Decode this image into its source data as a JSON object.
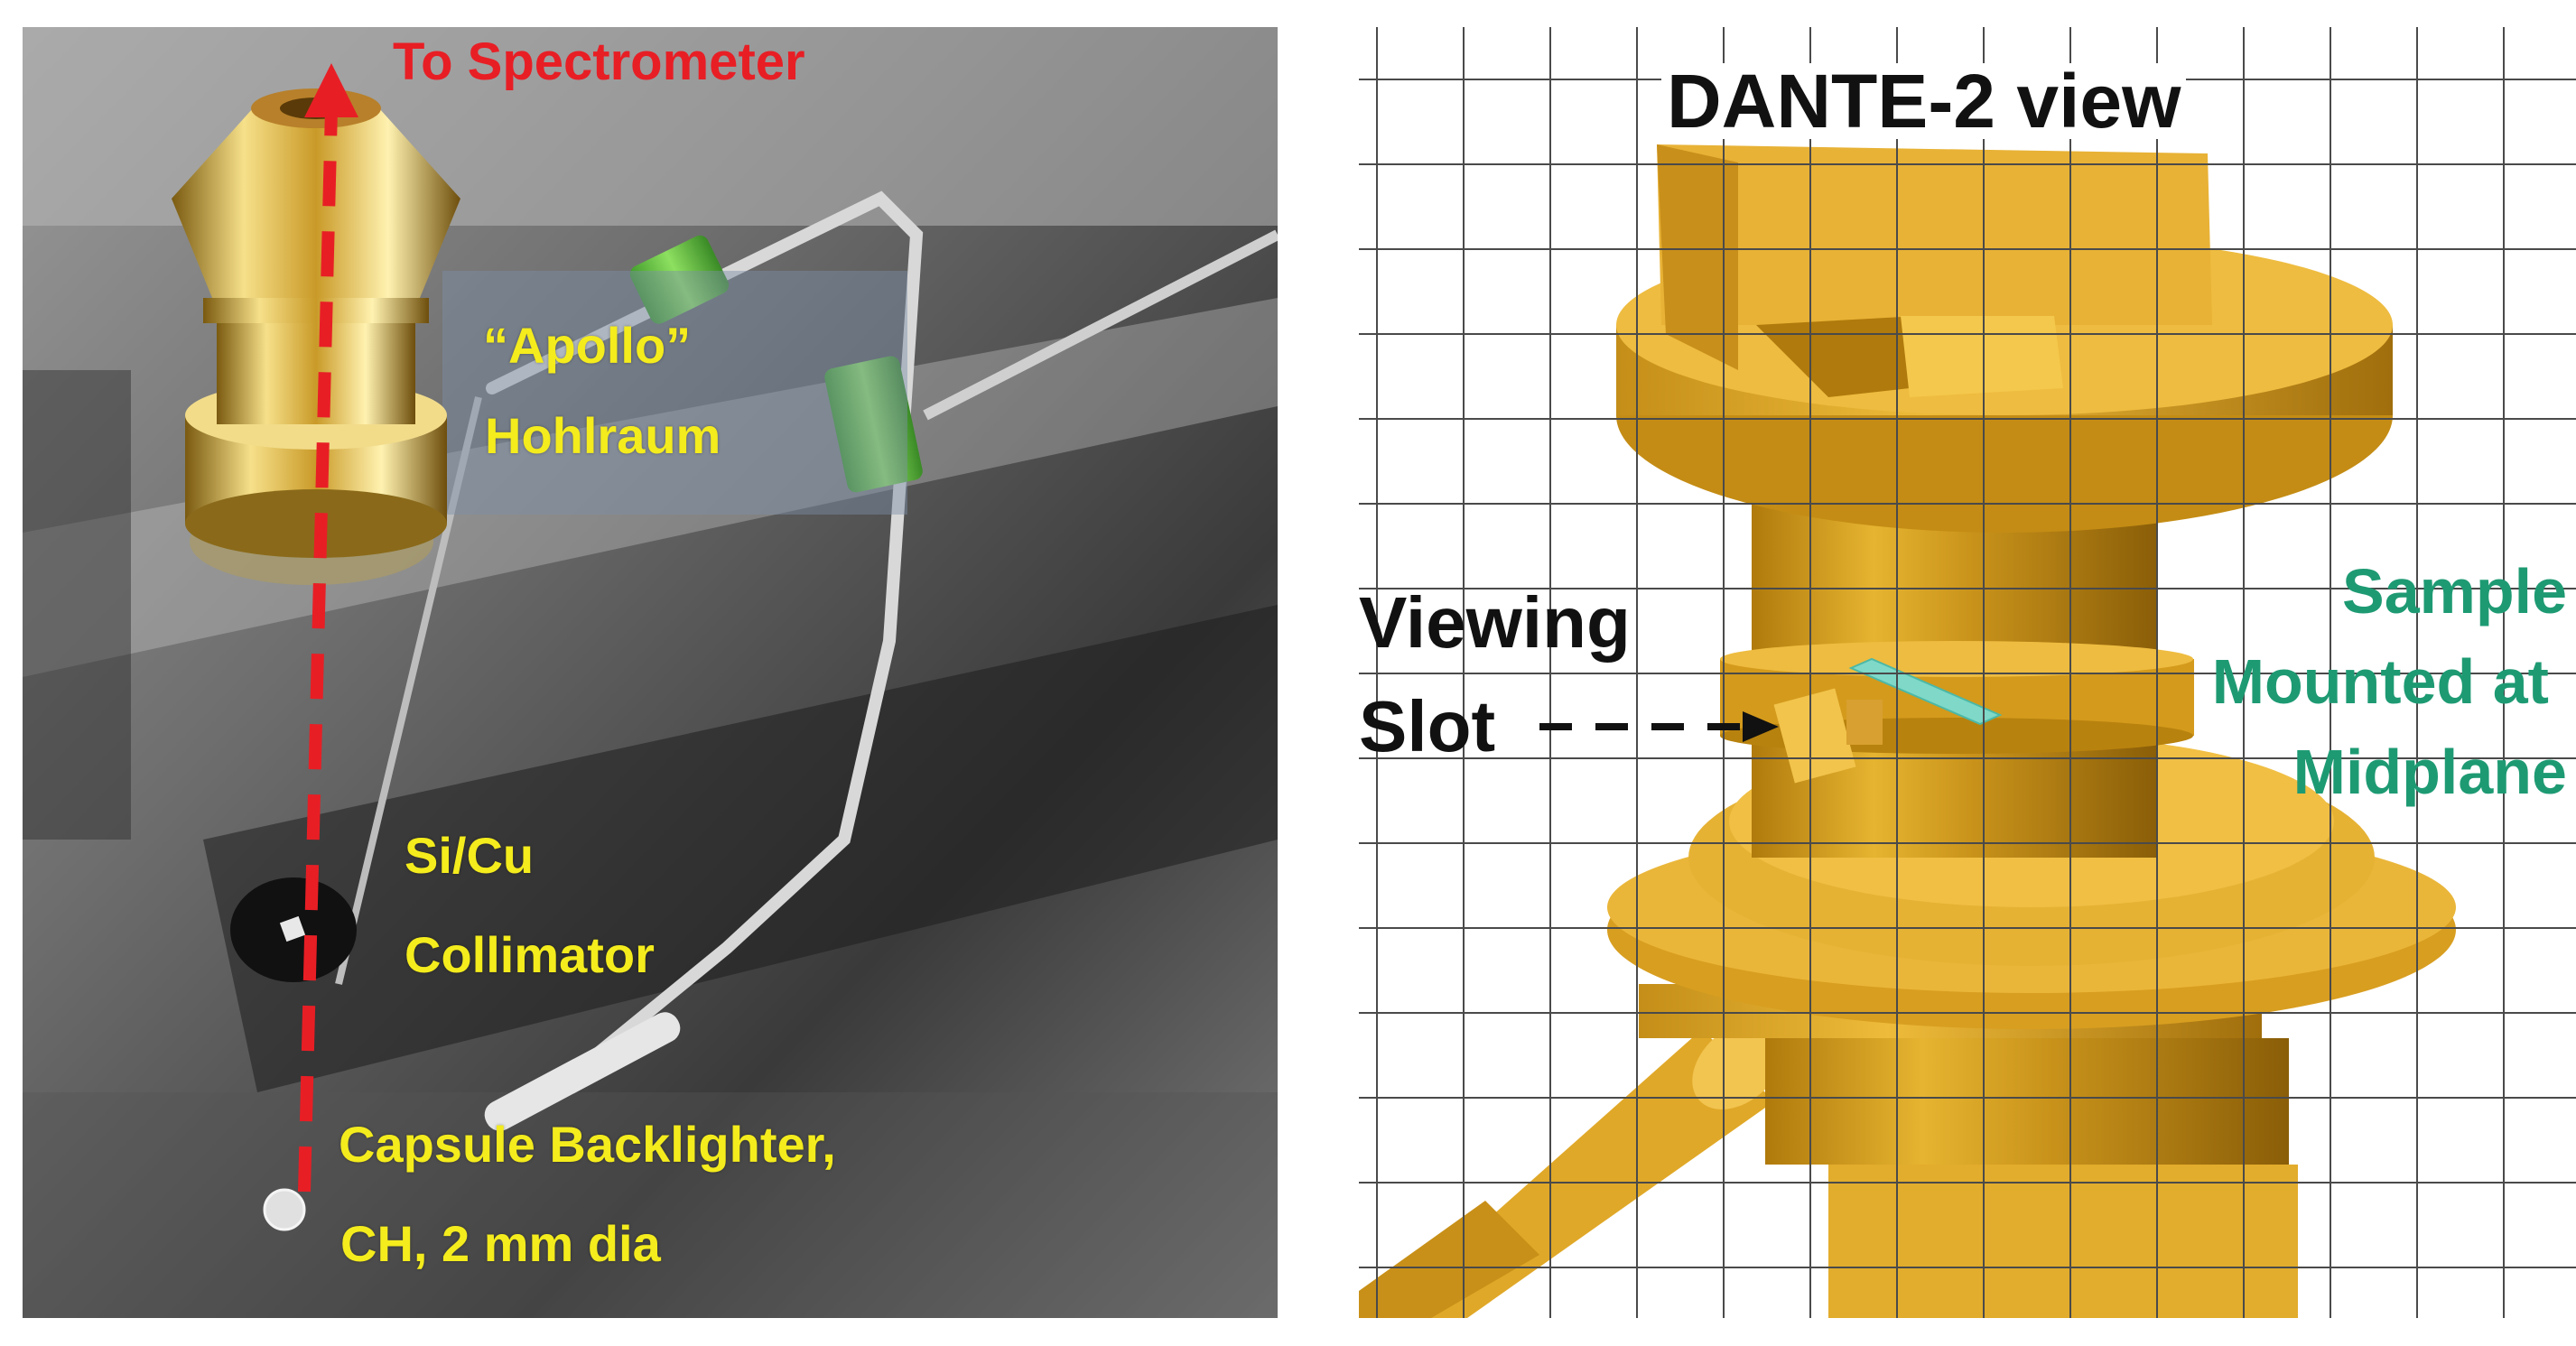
{
  "colors": {
    "arrow_red": "#e81e25",
    "label_yellow": "#f4ec1c",
    "label_green": "#1e9a73",
    "gold": "#d6a020",
    "grid": "#4a4a4a",
    "sample": "#7fd8c8"
  },
  "left_panel": {
    "labels": {
      "spectrometer": "To Spectrometer",
      "apollo": "“Apollo”",
      "hohlraum": "Hohlraum",
      "sicu": "Si/Cu",
      "collimator": "Collimator",
      "capsule": "Capsule Backlighter,",
      "capsule_spec": "CH, 2 mm dia"
    }
  },
  "right_panel": {
    "labels": {
      "title": "DANTE-2 view",
      "viewing": "Viewing",
      "slot": "Slot",
      "sample": "Sample",
      "mounted": "Mounted at",
      "midplane": "Midplane"
    }
  }
}
